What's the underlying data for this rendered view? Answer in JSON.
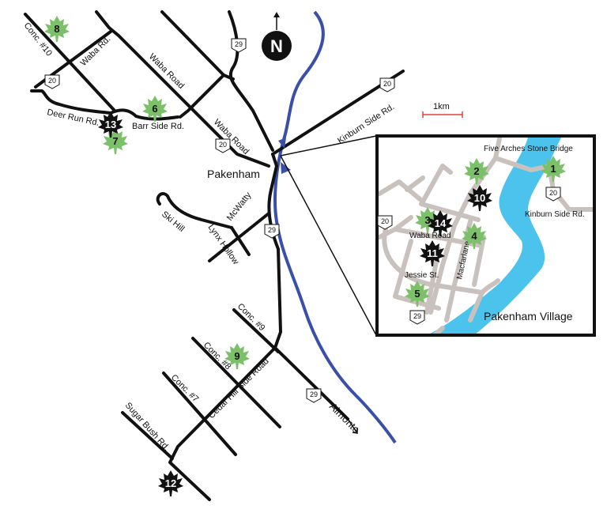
{
  "colors": {
    "river_main": "#3a4fa8",
    "river_inset": "#4cc3ec",
    "leaf_green": "#7cc06a",
    "leaf_black": "#111111",
    "village_road": "#c9c1bd",
    "scale_bar": "#e0403a"
  },
  "north_label": "N",
  "scale_label": "1km",
  "town_label": "Pakenham",
  "road_labels": {
    "conc10": "Conc. #10",
    "waba_rd": "Waba Rd.",
    "waba_road_1": "Waba Road",
    "waba_road_2": "Waba Road",
    "deer_run": "Deer Run Rd.",
    "barr_side": "Barr Side Rd.",
    "kinburn": "Kinburn Side Rd.",
    "mcwatty": "McWatty",
    "ski_hill": "Ski Hill",
    "lynx_hollow": "Lynx Hollow",
    "conc9": "Conc. #9",
    "conc8": "Conc. #8",
    "conc7": "Conc. #7",
    "cedar_hill": "Cedar Hill Side Road",
    "sugar_bush": "Sugar Bush Rd.",
    "almonte": "Almonte"
  },
  "highway_shields": {
    "h29_top": "29",
    "h20_west": "20",
    "h20_waba": "20",
    "h20_kinburn": "20",
    "h29_mid": "29",
    "h29_south": "29"
  },
  "markers": [
    {
      "number": "8",
      "style": "green"
    },
    {
      "number": "6",
      "style": "green"
    },
    {
      "number": "13",
      "style": "black"
    },
    {
      "number": "7",
      "style": "green"
    },
    {
      "number": "9",
      "style": "green"
    },
    {
      "number": "12",
      "style": "black"
    }
  ],
  "inset": {
    "title": "Pakenham Village",
    "bridge_label": "Five Arches Stone Bridge",
    "kinburn_label": "Kinburn Side Rd.",
    "waba_label": "Waba Road",
    "jessie_label": "Jessie St.",
    "macfarlane_label": "Macfarlane",
    "shields": {
      "h20_east": "20",
      "h20_west": "20",
      "h29": "29"
    },
    "markers": [
      {
        "number": "1",
        "style": "green"
      },
      {
        "number": "2",
        "style": "green"
      },
      {
        "number": "10",
        "style": "black"
      },
      {
        "number": "3",
        "style": "green"
      },
      {
        "number": "14",
        "style": "black"
      },
      {
        "number": "4",
        "style": "green"
      },
      {
        "number": "11",
        "style": "black"
      },
      {
        "number": "5",
        "style": "green"
      }
    ]
  }
}
